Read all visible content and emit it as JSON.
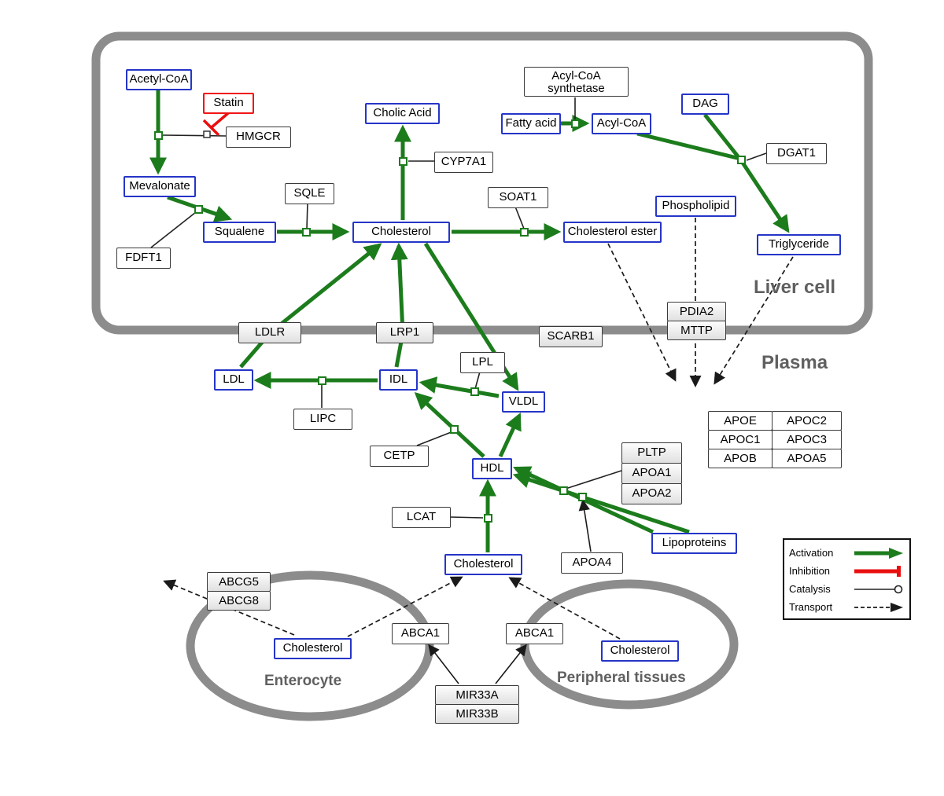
{
  "compartments": {
    "liver": "Liver cell",
    "plasma": "Plasma",
    "enterocyte": "Enterocyte",
    "peripheral": "Peripheral tissues"
  },
  "nodes": {
    "acetyl_coa": "Acetyl-CoA",
    "statin": "Statin",
    "hmgcr": "HMGCR",
    "mevalonate": "Mevalonate",
    "fdft1": "FDFT1",
    "squalene": "Squalene",
    "sqle": "SQLE",
    "cholic_acid": "Cholic Acid",
    "cyp7a1": "CYP7A1",
    "cholesterol": "Cholesterol",
    "soat1": "SOAT1",
    "cholesterol_ester": "Cholesterol ester",
    "acyl_coa_synthetase_l1": "Acyl-CoA",
    "acyl_coa_synthetase_l2": "synthetase",
    "fatty_acid": "Fatty acid",
    "acyl_coa": "Acyl-CoA",
    "dag": "DAG",
    "dgat1": "DGAT1",
    "phospholipid": "Phospholipid",
    "triglyceride": "Triglyceride",
    "ldlr": "LDLR",
    "lrp1": "LRP1",
    "scarb1": "SCARB1",
    "pdia2": "PDIA2",
    "mttp": "MTTP",
    "ldl": "LDL",
    "idl": "IDL",
    "lipc": "LIPC",
    "lpl": "LPL",
    "vldl": "VLDL",
    "cetp": "CETP",
    "hdl": "HDL",
    "lcat": "LCAT",
    "pltp": "PLTP",
    "apoa1": "APOA1",
    "apoa2": "APOA2",
    "apoa4": "APOA4",
    "lipoproteins": "Lipoproteins",
    "abcg5": "ABCG5",
    "abcg8": "ABCG8",
    "abca1": "ABCA1",
    "mir33a": "MIR33A",
    "mir33b": "MIR33B"
  },
  "apo_table": [
    [
      "APOE",
      "APOC2"
    ],
    [
      "APOC1",
      "APOC3"
    ],
    [
      "APOB",
      "APOA5"
    ]
  ],
  "legend": {
    "activation": "Activation",
    "inhibition": "Inhibition",
    "catalysis": "Catalysis",
    "transport": "Transport"
  },
  "colors": {
    "activation": "#1c7c1c",
    "inhibition": "#ea0f0f",
    "metabolite_border": "#2535c8",
    "compartment_stroke": "#8c8c8c",
    "transport": "#1a1a1a"
  }
}
